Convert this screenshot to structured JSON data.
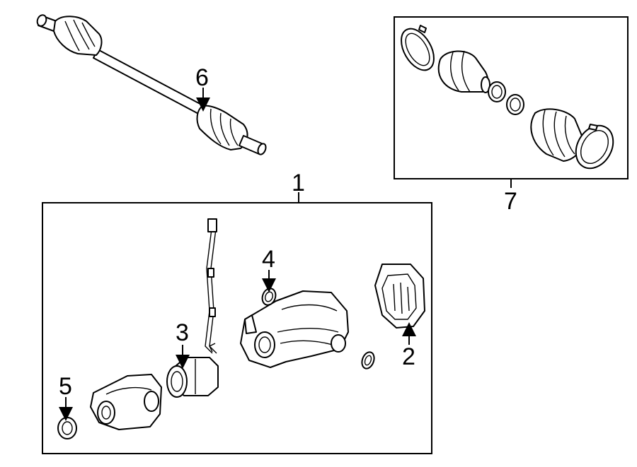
{
  "callouts": {
    "c1": "1",
    "c2": "2",
    "c3": "3",
    "c4": "4",
    "c5": "5",
    "c6": "6",
    "c7": "7"
  },
  "parts": [
    {
      "callout": "1",
      "icon": "rear-differential-assembly-icon"
    },
    {
      "callout": "2",
      "icon": "differential-cover-icon"
    },
    {
      "callout": "3",
      "icon": "coupling-unit-icon"
    },
    {
      "callout": "4",
      "icon": "oil-seal-icon"
    },
    {
      "callout": "5",
      "icon": "oil-seal-icon"
    },
    {
      "callout": "6",
      "icon": "axle-shaft-icon"
    },
    {
      "callout": "7",
      "icon": "cv-boot-kit-icon"
    }
  ],
  "colors": {
    "line": "#000000",
    "background": "#ffffff"
  }
}
